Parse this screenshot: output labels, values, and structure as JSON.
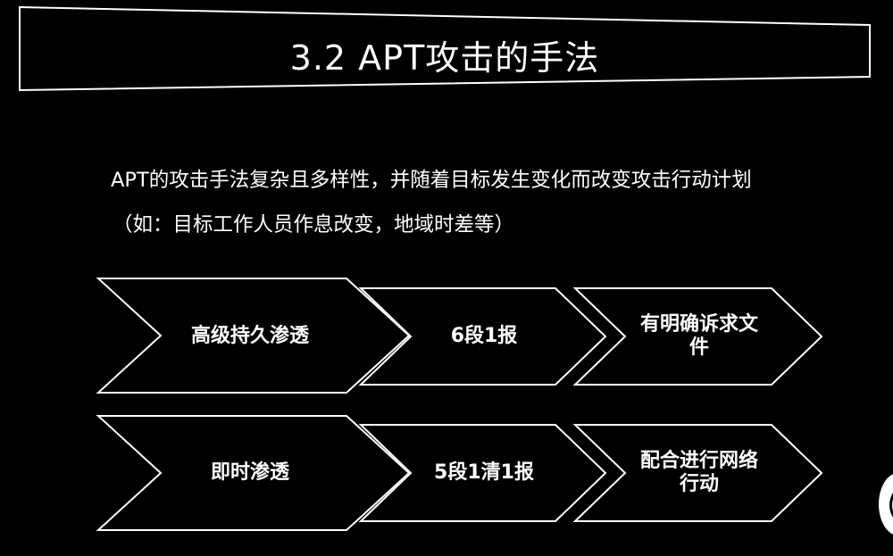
{
  "slide": {
    "title": "3.2  APT攻击的手法",
    "description_line1": "APT的攻击手法复杂且多样性，并随着目标发生变化而改变攻击行动计划",
    "description_line2": "（如：目标工作人员作息改变，地域时差等）"
  },
  "rows": [
    {
      "steps": [
        {
          "label": "高级持久渗透"
        },
        {
          "label": "6段1报"
        },
        {
          "label_line1": "有明确诉求文",
          "label_line2": "件"
        }
      ]
    },
    {
      "steps": [
        {
          "label": "即时渗透"
        },
        {
          "label": "5段1清1报"
        },
        {
          "label_line1": "配合进行网络",
          "label_line2": "行动"
        }
      ]
    }
  ],
  "colors": {
    "background": "#000000",
    "foreground": "#ffffff"
  }
}
